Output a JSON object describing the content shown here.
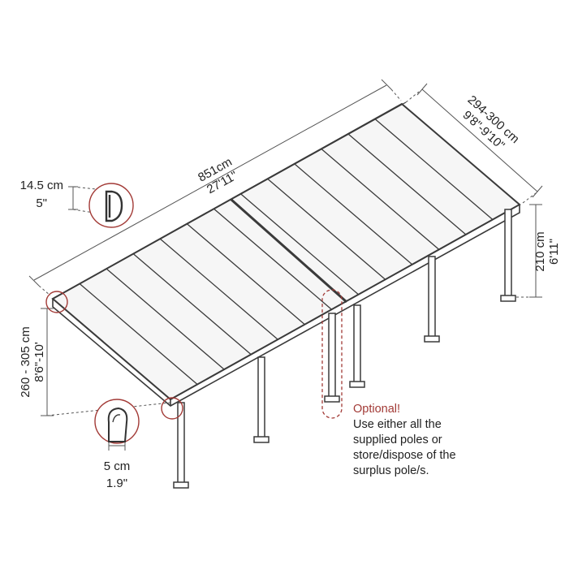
{
  "dimensions": {
    "length_cm": "851cm",
    "length_in": "27'11\"",
    "depth_cm": "294-300 cm",
    "depth_in": "9'8\"-9'10\"",
    "back_height_cm": "210 cm",
    "back_height_in": "6'11\"",
    "front_height_cm": "260 - 305 cm",
    "front_height_in": "8'6\"-10'",
    "gutter_cm": "14.5 cm",
    "gutter_in": "5\"",
    "pole_cm": "5 cm",
    "pole_in": "1.9\""
  },
  "note": {
    "title": "Optional!",
    "lines": [
      "Use either all the",
      "supplied poles or",
      "store/dispose of the",
      "surplus pole/s."
    ]
  },
  "colors": {
    "line": "#3a3a3a",
    "roof_fill": "#f5f5f5",
    "accent": "#a23a36"
  }
}
